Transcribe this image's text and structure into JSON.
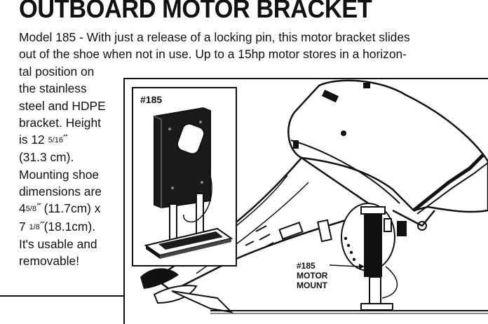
{
  "title": "OUTBOARD MOTOR BRACKET",
  "intro_lines": [
    "Model 185 - With just a release of a locking pin, this motor bracket slides",
    "out of the shoe when not in use.  Up to a 15hp motor stores in a horizon-"
  ],
  "side_lines": [
    "tal position on",
    "the stainless",
    "steel and HDPE",
    "bracket. Height"
  ],
  "height": {
    "prefix": "is  12 ",
    "fraction": "5/16",
    "suffix": "˝"
  },
  "height_cm": "(31.3 cm).",
  "shoe_lines": [
    "Mounting shoe",
    "dimensions are"
  ],
  "dim1": {
    "whole": "4",
    "fraction": "5/8",
    "suffix": "˝ (11.7cm) x"
  },
  "dim2": {
    "whole": "7 ",
    "fraction": "1/8",
    "suffix": "˝(18.1cm)."
  },
  "closing_lines": [
    "It's usable and",
    "removable!"
  ],
  "inset_label": "#185",
  "mount_label_lines": [
    "#185",
    "MOTOR",
    "MOUNT"
  ]
}
